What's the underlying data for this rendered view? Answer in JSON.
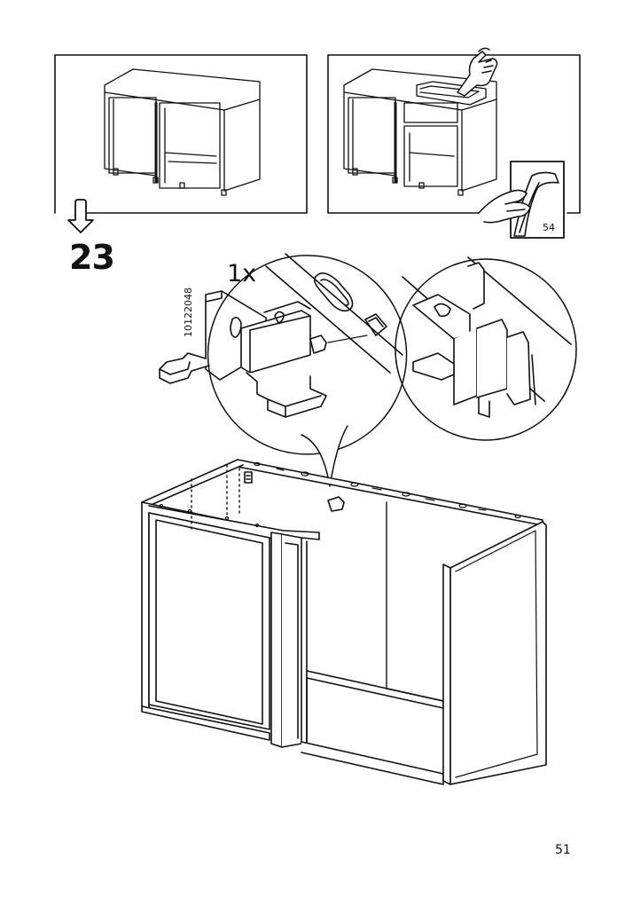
{
  "step": {
    "number": "23"
  },
  "part": {
    "quantity": "1x",
    "id": "10122048"
  },
  "reference": {
    "page": "54"
  },
  "footer": {
    "page_number": "51"
  },
  "icons": [
    "arrow-down-icon",
    "pointing-hand-icon",
    "page-turn-icon"
  ]
}
